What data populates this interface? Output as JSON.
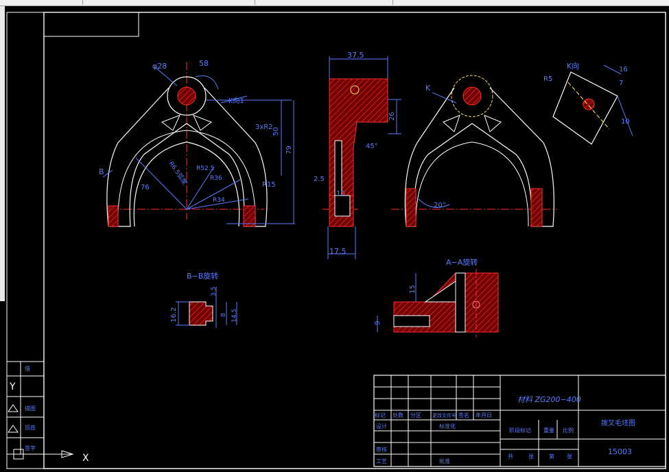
{
  "drawing": {
    "title_block": {
      "material": "材料 ZG200−400",
      "part_name": "拨叉毛坯图",
      "drawing_no": "15003",
      "row_labels": [
        "标记",
        "处数",
        "分区",
        "更改文件号",
        "签名",
        "年月日"
      ],
      "signature_labels": [
        "设计",
        "审核",
        "工艺"
      ],
      "stage_labels": [
        "阶段标记",
        "重量",
        "比例"
      ],
      "misc_labels": [
        "标准化",
        "批准"
      ],
      "sheet_labels": [
        "共",
        "张",
        "第",
        "张"
      ]
    },
    "views": {
      "front": {
        "dims": {
          "d28": "φ28",
          "a58": "58",
          "k_label": "K向1",
          "r3": "3xR2",
          "h50": "50",
          "h79": "79",
          "r15": "R15",
          "r36": "R36",
          "r52": "R52.5",
          "r34": "R34",
          "rdeg": "R6.5弧度",
          "d76": "76",
          "b_mark": "B"
        }
      },
      "side": {
        "dims": {
          "w37": "37.5",
          "h26": "26",
          "a45": "45°",
          "w10": "10",
          "w25": "2.5",
          "w17": "17.5"
        }
      },
      "right": {
        "dims": {
          "k_mark": "K",
          "a20": "20°"
        }
      },
      "k_view": {
        "title": "K向",
        "dims": {
          "r65": "R5",
          "d16": "16",
          "d7": "7",
          "d10": "10"
        }
      },
      "bb_section": {
        "title": "B−B旋转",
        "dims": {
          "h16": "16.2",
          "v35": "3.5",
          "v8": "8",
          "v14": "14.5"
        }
      },
      "aa_section": {
        "title": "A−A旋转",
        "dims": {
          "h15": "15",
          "h9": "9"
        }
      }
    },
    "side_panel": {
      "labels": [
        "借",
        "Y",
        "描图",
        "旧底",
        "签字"
      ],
      "axis_x": "X",
      "axis_y": "Y"
    }
  }
}
